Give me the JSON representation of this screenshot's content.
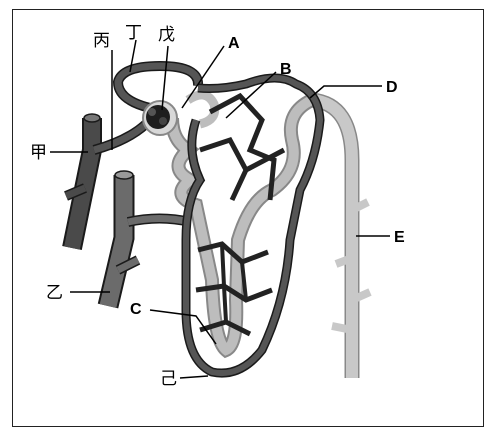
{
  "labels": {
    "jia": "甲",
    "yi": "乙",
    "bing": "丙",
    "ding": "丁",
    "wu": "戊",
    "ji": "己",
    "A": "A",
    "B": "B",
    "C": "C",
    "D": "D",
    "E": "E"
  },
  "colors": {
    "vessel_dark": "#4a4a4a",
    "vessel_mid": "#6b6b6b",
    "tubule_light": "#bdbdbd",
    "outline": "#1a1a1a"
  }
}
